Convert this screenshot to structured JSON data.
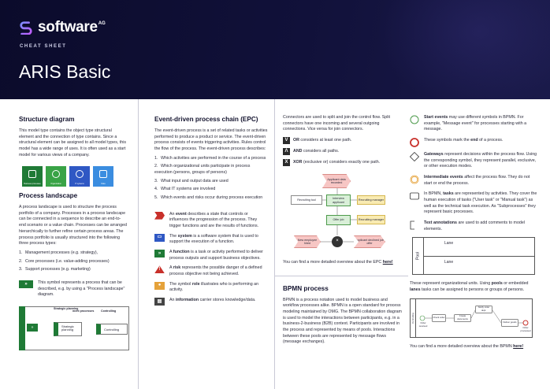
{
  "header": {
    "logo_text": "software",
    "logo_ag": "AG",
    "subtitle": "CHEAT SHEET",
    "title": "ARIS Basic"
  },
  "colors": {
    "header_bg": "#0b0b2b",
    "green": "#1f7a36",
    "blue": "#2f58c4",
    "red": "#c8302a",
    "epc_pink": "#f7c6c4",
    "epc_yellow": "#f9ebb2",
    "bpmn_green": "#4d9a4b"
  },
  "structure": {
    "heading": "Structure diagram",
    "body": "This model type contains the object type structural element and the connection of type contains. Since a structural element can be assigned to all model types, this model has a wide range of uses. It is often used as a start model for various views of a company.",
    "tiles": [
      {
        "label": "Business processes",
        "color": "#1f7a36"
      },
      {
        "label": "Organization",
        "color": "#39a346"
      },
      {
        "label": "IT systems",
        "color": "#2f58c4"
      },
      {
        "label": "Data",
        "color": "#3b8de0"
      }
    ]
  },
  "process_landscape": {
    "heading": "Process landscape",
    "body": "A process landscape is used to structure the process portfolio of a company. Processes in a process landscape can be connected in a sequence to describe an end-to-end scenario or a value chain. Processes can be arranged hierarchically to further refine certain process areas. The process portfolio is usually structured into the following three process types:",
    "types": [
      {
        "num": "1.",
        "text": "Management processes (e.g. strategy),"
      },
      {
        "num": "2.",
        "text": "Core processes (i.e. value-adding processes)"
      },
      {
        "num": "3.",
        "text": "Support processes (e.g. marketing)"
      }
    ],
    "symbol_text": "This symbol represents a process that can be described, e.g. by using a \"Process landscape\" diagram.",
    "diagram": {
      "head1": "Strategic planning",
      "head2": "ment processes",
      "head3": "Controlling",
      "box1": "Strategic planning",
      "box2": "Controlling"
    }
  },
  "epc": {
    "heading": "Event-driven process chain (EPC)",
    "body": "The event-driven process is a set of related tasks or activities performed to produce a product or service. The event-driven process consists of events triggering activities. Rules control the flow of the process. The event-driven process describes:",
    "items": [
      {
        "num": "1.",
        "text": "Which activities are performed in the course of a process"
      },
      {
        "num": "2.",
        "text": "Which organizational units participate in process execution (persons, groups of persons)"
      },
      {
        "num": "3.",
        "text": "What input and output data are used"
      },
      {
        "num": "4.",
        "text": "What IT systems are involved"
      },
      {
        "num": "5.",
        "text": "Which events and risks occur during process execution"
      }
    ],
    "symbols": [
      {
        "icon": "event",
        "bold": "event",
        "pre": "An ",
        "post": " describes a state that controls or influences the progression of the process. They trigger functions and are the results of functions."
      },
      {
        "icon": "system",
        "bold": "system",
        "pre": "The ",
        "post": " is a software system that is used to support the execution of a function."
      },
      {
        "icon": "function",
        "bold": "function",
        "pre": "A ",
        "post": " is a task or activity performed to deliver process outputs and support business objectives."
      },
      {
        "icon": "risk",
        "bold": "risk",
        "pre": "A ",
        "post": " represents the possible danger of a defined process objective not being achieved."
      },
      {
        "icon": "role",
        "bold": "role",
        "pre": "The symbol ",
        "post": " illustrates who is performing an activity."
      },
      {
        "icon": "information",
        "bold": "information",
        "pre": "An ",
        "post": " carrier stores knowledge/data."
      }
    ]
  },
  "connectors": {
    "intro": "Connectors are used to split and join the control flow. Split connectors have one incoming and several outgoing connections. Vice versa for join connectors.",
    "items": [
      {
        "icon": "OR",
        "bold": "OR",
        "post": " considers at least one path."
      },
      {
        "icon": "AND",
        "bold": "AND",
        "post": " considers all paths."
      },
      {
        "icon": "XOR",
        "bold": "XOR",
        "post": " (exclusive or) considers exactly one path."
      }
    ],
    "diagram": {
      "applicant_data": "Applicant data recorded",
      "recruiting_tool": "Recruiting tool",
      "interview": "Interview applicant",
      "manager1": "Recruiting manager",
      "offer": "Offer job",
      "manager2": "Recruiting manager",
      "new_employee": "New employee hired",
      "declined": "Applicant declined job offer"
    },
    "epc_link_pre": "You can find a more detailed overview about the EPC ",
    "epc_link": "here!"
  },
  "bpmn": {
    "heading": "BPMN process",
    "body": "BPMN is a process notation used to model business and workflow processes alike. BPMN is a open standard for process modeling maintained by OMG. The BPMN collaboration diagram is used to model the interactions between participants, e.g. in a business-2-business (B2B) context. Participants are involved in the process and represented by means of pools. Interactions between these pools are represented by message flows (message exchanges).",
    "symbols": [
      {
        "icon": "start",
        "bold": "Start events",
        "post": " may use different symbols in BPMN. For example, \"Message event\" for processes starting with a message."
      },
      {
        "icon": "end",
        "pre": "These symbols mark the ",
        "bold": "end",
        "post": " of a process."
      },
      {
        "icon": "gateway",
        "bold": "Gateways",
        "post": " represent decisions within the process flow. Using the corresponding symbol, they represent parallel, exclusive, or other execution modes."
      },
      {
        "icon": "intermediate",
        "bold": "Intermediate events",
        "post": " affect the process flow. They do not start or end the process."
      },
      {
        "icon": "task",
        "pre": "In BPMN, ",
        "bold": "tasks",
        "post": " are represented by activities. They cover the human execution of tasks (\"User task\" or \"Manual task\") as well as the technical task execution. As \"Subprocesses\" they represent basic processes."
      },
      {
        "icon": "annotation",
        "bold": "Text annotations",
        "post": " are used to add comments to model elements."
      }
    ],
    "pool_label": "Pool",
    "lane1": "Lane",
    "lane2": "Lane",
    "pools_text_pre": "These represent organizational units. Using ",
    "pools_bold": "pools",
    "pools_mid": " or embedded ",
    "lanes_bold": "lanes",
    "pools_post": " tasks can be assigned to persons or groups of persons.",
    "diagram": {
      "pool": "Controlling",
      "order_received": "Order received",
      "check_order": "Check order",
      "create_documents": "Create documents",
      "notify": "Notify order dept.",
      "deliver_goods": "Deliver goods",
      "order_processed": "Order processed"
    },
    "bpmn_link_pre": "You can find a more detailed overview about the BPMN ",
    "bpmn_link": "here!"
  }
}
